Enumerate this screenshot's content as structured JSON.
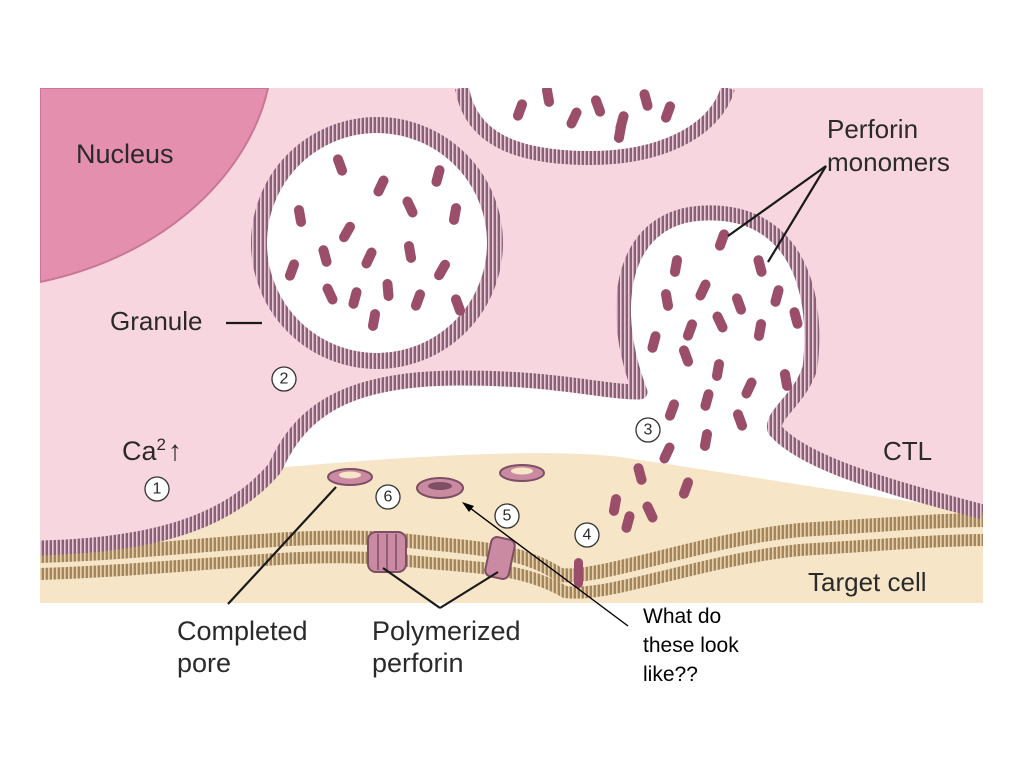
{
  "labels": {
    "nucleus": "Nucleus",
    "perforin_line1": "Perforin",
    "perforin_line2": "monomers",
    "granule": "Granule",
    "ca_base": "Ca",
    "ca_sup": "2",
    "ca_arrow": "↑",
    "ctl": "CTL",
    "target_cell": "Target cell",
    "completed_line1": "Completed",
    "completed_line2": "pore",
    "polymerized_line1": "Polymerized",
    "polymerized_line2": "perforin"
  },
  "steps": [
    "1",
    "2",
    "3",
    "4",
    "5",
    "6"
  ],
  "annotation": {
    "lines": [
      "What do",
      "these look",
      "like??"
    ]
  },
  "colors": {
    "ctl_cytoplasm": "#f8d6df",
    "nucleus": "#e58fae",
    "membrane": "#8a6076",
    "perforin": "#9b4e6a",
    "synapse_space": "#ffffff",
    "target_cytoplasm": "#f7e5c8",
    "target_membrane": "#a4855c"
  }
}
